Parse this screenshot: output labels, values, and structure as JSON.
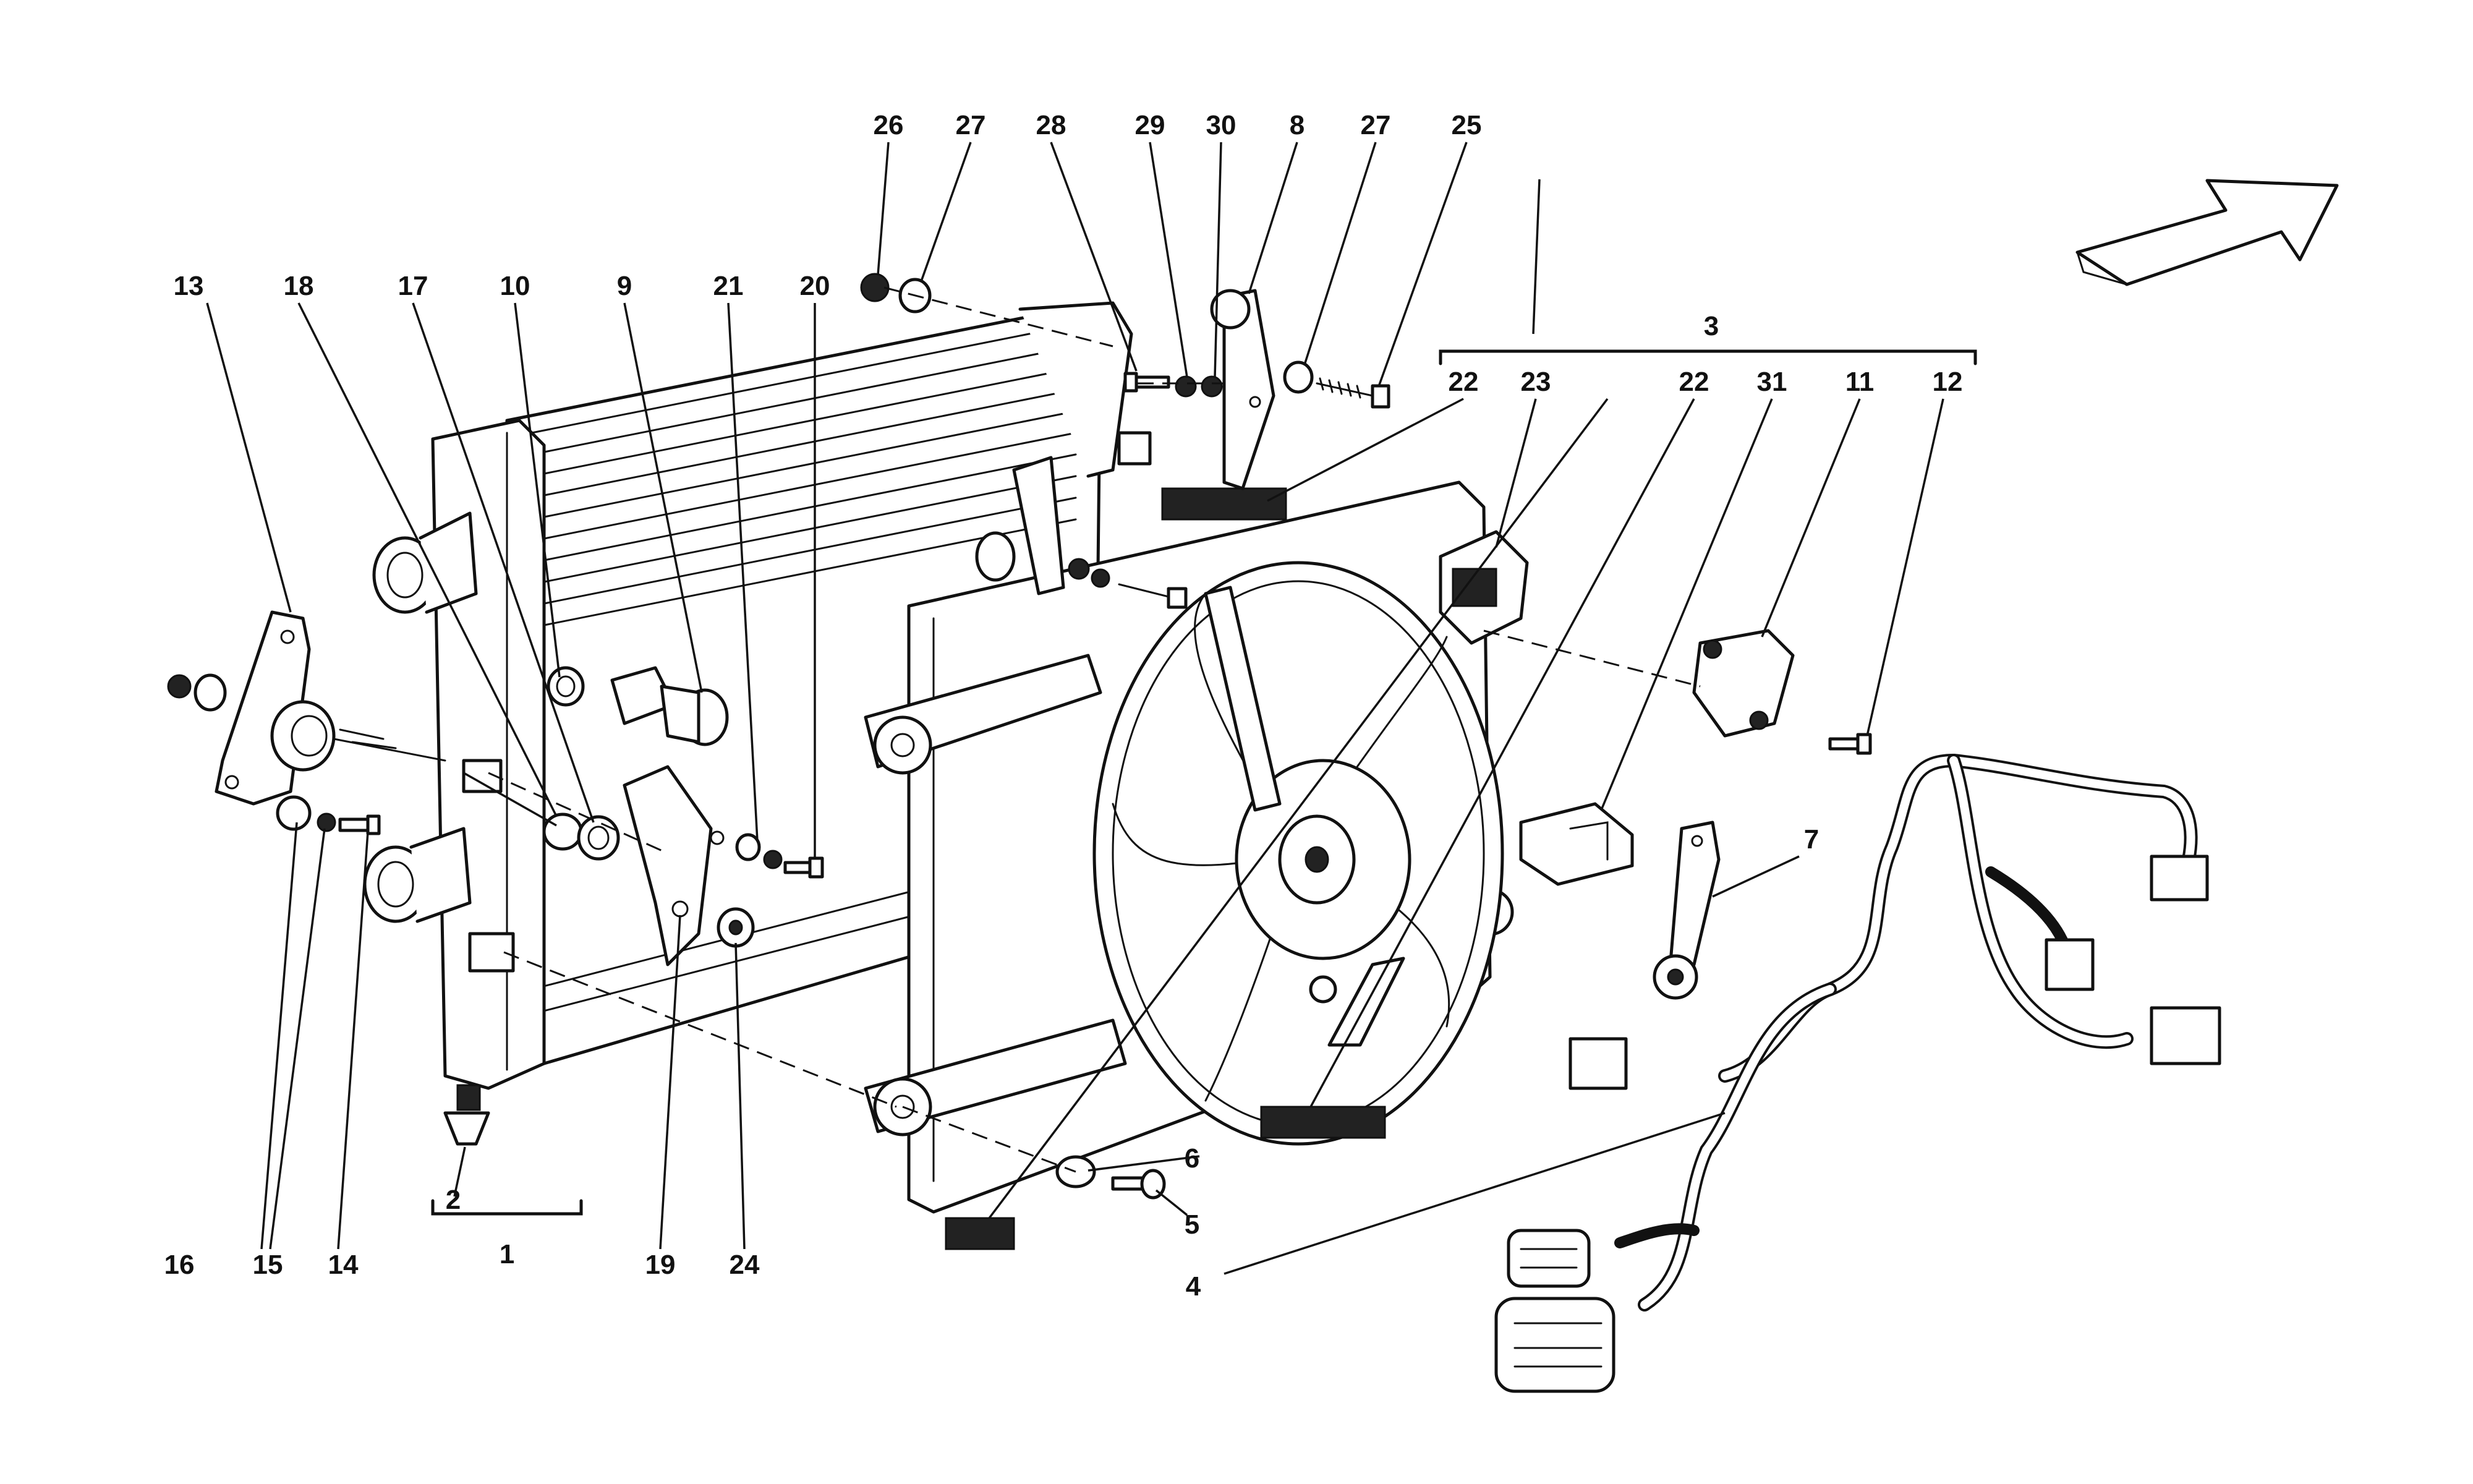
{
  "callouts": {
    "c1": "1",
    "c2": "2",
    "c3": "3",
    "c4": "4",
    "c5": "5",
    "c6": "6",
    "c7": "7",
    "c8": "8",
    "c9": "9",
    "c10": "10",
    "c11": "11",
    "c12": "12",
    "c13": "13",
    "c14": "14",
    "c15": "15",
    "c16": "16",
    "c17": "17",
    "c18": "18",
    "c19": "19",
    "c20": "20",
    "c21": "21",
    "c22a": "22",
    "c22b": "22",
    "c23": "23",
    "c24": "24",
    "c25": "25",
    "c26": "26",
    "c27a": "27",
    "c27b": "27",
    "c28": "28",
    "c29": "29",
    "c30": "30",
    "c31": "31"
  },
  "icons": {
    "direction_arrow": "arrow-right-up-icon"
  },
  "colors": {
    "ink": "#111111",
    "paper": "#ffffff"
  }
}
